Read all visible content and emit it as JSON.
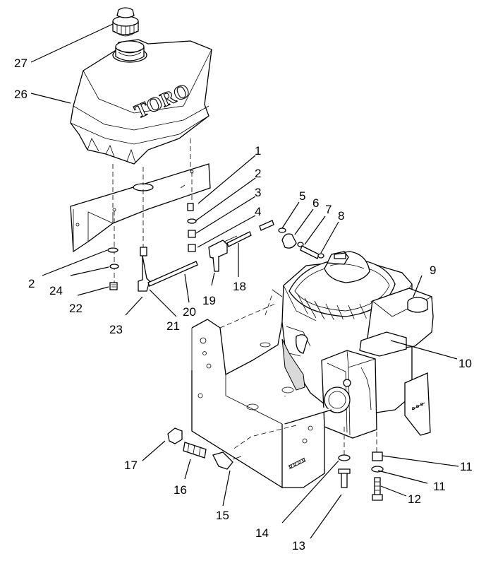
{
  "brand": {
    "tank_logo": "TORO"
  },
  "callouts": [
    {
      "id": "1",
      "text": "1"
    },
    {
      "id": "2a",
      "text": "2"
    },
    {
      "id": "3",
      "text": "3"
    },
    {
      "id": "4",
      "text": "4"
    },
    {
      "id": "5",
      "text": "5"
    },
    {
      "id": "6",
      "text": "6"
    },
    {
      "id": "7",
      "text": "7"
    },
    {
      "id": "8",
      "text": "8"
    },
    {
      "id": "9",
      "text": "9"
    },
    {
      "id": "10",
      "text": "10"
    },
    {
      "id": "11a",
      "text": "11"
    },
    {
      "id": "11b",
      "text": "11"
    },
    {
      "id": "12",
      "text": "12"
    },
    {
      "id": "13",
      "text": "13"
    },
    {
      "id": "14",
      "text": "14"
    },
    {
      "id": "15",
      "text": "15"
    },
    {
      "id": "16",
      "text": "16"
    },
    {
      "id": "17",
      "text": "17"
    },
    {
      "id": "18",
      "text": "18"
    },
    {
      "id": "19",
      "text": "19"
    },
    {
      "id": "20",
      "text": "20"
    },
    {
      "id": "21",
      "text": "21"
    },
    {
      "id": "22",
      "text": "22"
    },
    {
      "id": "23",
      "text": "23"
    },
    {
      "id": "24",
      "text": "24"
    },
    {
      "id": "2b",
      "text": "2"
    },
    {
      "id": "26",
      "text": "26"
    },
    {
      "id": "27",
      "text": "27"
    }
  ]
}
